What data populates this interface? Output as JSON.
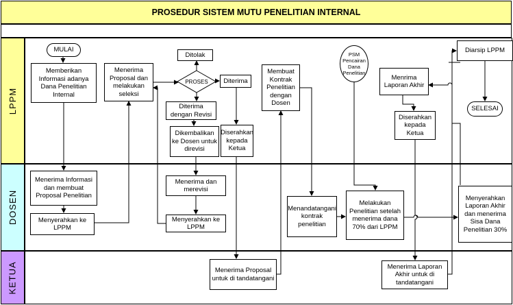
{
  "title": "PROSEDUR SISTEM MUTU  PENELITIAN INTERNAL",
  "lanes": {
    "lppm": "LPPM",
    "dosen": "DOSEN",
    "ketua": "KETUA"
  },
  "lane_colors": {
    "lppm": "#ffff99",
    "dosen": "#ccffff",
    "ketua": "#cc99ff",
    "title": "#ffff99"
  },
  "nodes": {
    "mulai": "MULAI",
    "memberikan_info": "Memberikan Informasi adanya Dana Penelitian Internal",
    "menerima_seleksi": "Menerima Proposal dan melakukan seleksi",
    "ditolak": "Ditolak",
    "proses": "PROSES",
    "diterima": "Diterima",
    "diterima_revisi": "Diterima dengan Revisi",
    "dikembalikan": "Dikembalikan ke Dosen untuk direvisi",
    "diserahkan_ketua": "Diserahkan kepada Ketua",
    "membuat_kontrak": "Membuat Kontrak Penelitian dengan Dosen",
    "psm": "PSM Pencairan Dana Penelitian",
    "menerima_laporan": "Menrima Laporan Akhir",
    "diserahkan_ketua2": "Diserahkan kepada Ketua",
    "diarsip": "Diarsip LPPM",
    "selesai": "SELESAI",
    "menerima_info_dosen": "Menerima Informasi dan membuat Proposal Penelitian",
    "menyerahkan_lppm": "Menyerahkan ke LPPM",
    "menerima_merevisi": "Menerima dan merevisi",
    "menyerahkan_lppm2": "Menyerahkan ke LPPM",
    "menandatangani": "Menandatangani kontrak penelitian",
    "melakukan_penelitian": "Melakukan Penelitian setelah menerima dana 70% dari LPPM",
    "menyerahkan_laporan": "Menyerahkan Laporan Akhir dan menerima Sisa Dana Penelitian 30%",
    "ketua_proposal": "Menerima Proposal untuk di tandatangani",
    "ketua_laporan": "Menerima Laporan Akhir untuk di tandatangani"
  }
}
